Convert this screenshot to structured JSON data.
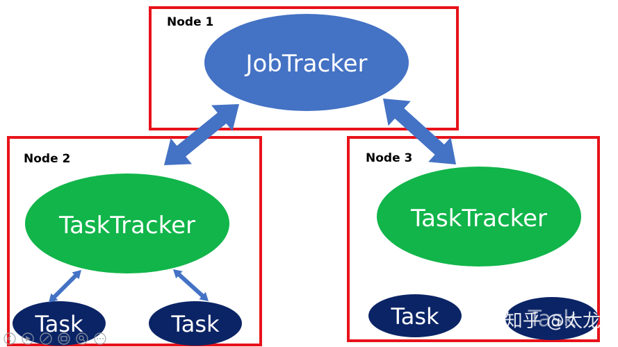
{
  "nodes": {
    "node1": {
      "label": "Node  1",
      "tracker": "JobTracker"
    },
    "node2": {
      "label": "Node  2",
      "tracker": "TaskTracker",
      "tasks": [
        "Task",
        "Task"
      ]
    },
    "node3": {
      "label": "Node  3",
      "tracker": "TaskTracker",
      "tasks": [
        "Task",
        "Task"
      ]
    }
  },
  "watermark": "知乎 @太龙",
  "colors": {
    "frame": "#e8121a",
    "job_tracker": "#4472c4",
    "task_tracker": "#11b54a",
    "task": "#0b2466",
    "arrow": "#4472c4"
  },
  "toolbar": {
    "icons": [
      "prev-icon",
      "play-icon",
      "pen-icon",
      "slides-icon",
      "zoom-icon",
      "more-icon"
    ]
  }
}
